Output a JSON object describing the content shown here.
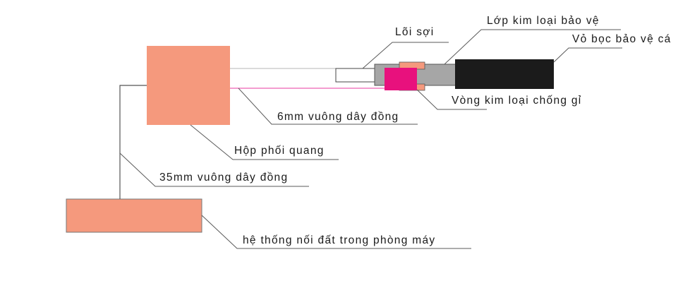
{
  "labels": {
    "fiber_core": "Lõi sợi",
    "metal_shield": "Lớp kim loại bảo vệ",
    "outer_sheath": "Vỏ bọc bảo vệ cá",
    "anti_rust_ring": "Vòng kim loại chống gỉ",
    "copper_6mm": "6mm vuông dây đồng",
    "splice_box": "Hộp phối quang",
    "copper_35mm": "35mm vuông dây đồng",
    "grounding_system": "hệ thống nối đất trong phòng máy"
  },
  "colors": {
    "salmon_box": "#f5997d",
    "magenta_ring": "#e8117d",
    "pink_wire": "#f07cc0",
    "gray_sleeve": "#a6a6a6",
    "black_sheath": "#1b1b1b",
    "leader_line": "#5a5a5a"
  }
}
